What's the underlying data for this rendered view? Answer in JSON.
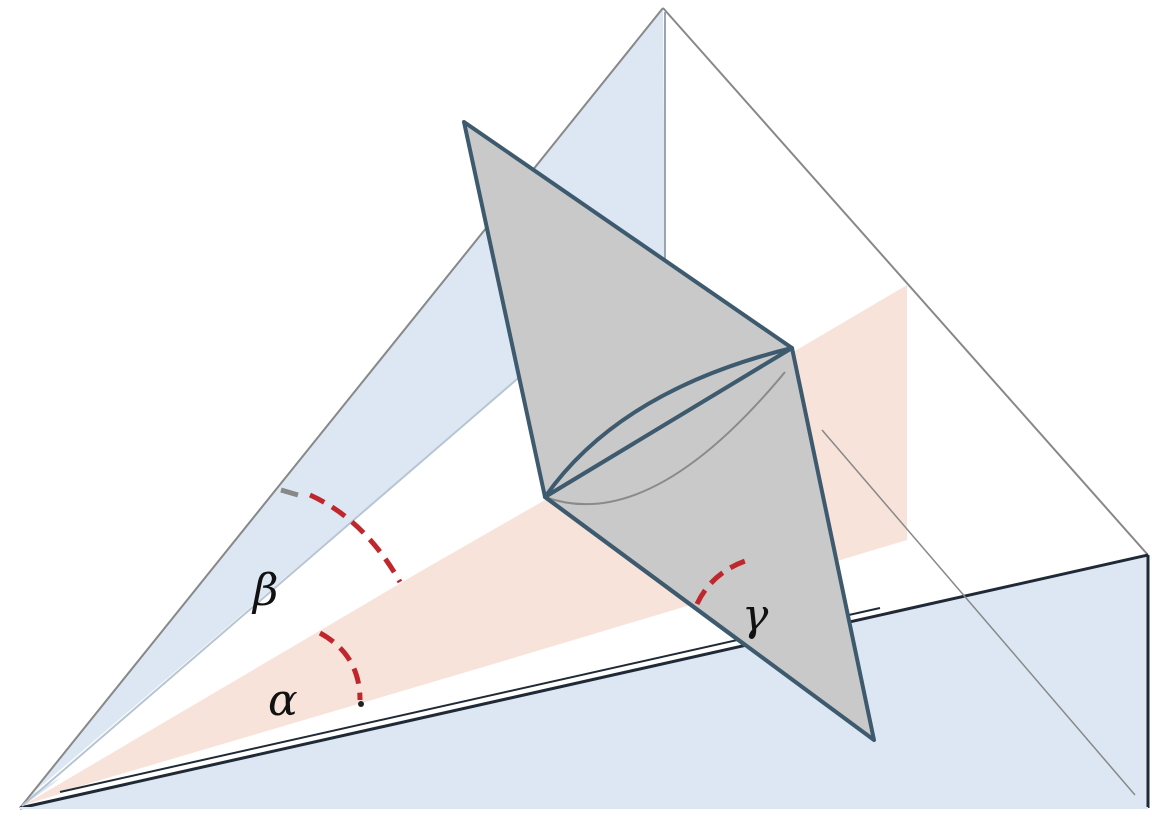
{
  "labels": {
    "alpha": "α",
    "beta": "β",
    "gamma": "γ"
  },
  "colors": {
    "blue_plane": "#dce7f3",
    "peach_plane": "#f8e3da",
    "double_cone_fill": "#c9c9c9",
    "double_cone_edge": "#3d5a6e",
    "angle_arc": "#c0272d",
    "thin_edge": "#888888",
    "dark_edge": "#1f2a36"
  }
}
